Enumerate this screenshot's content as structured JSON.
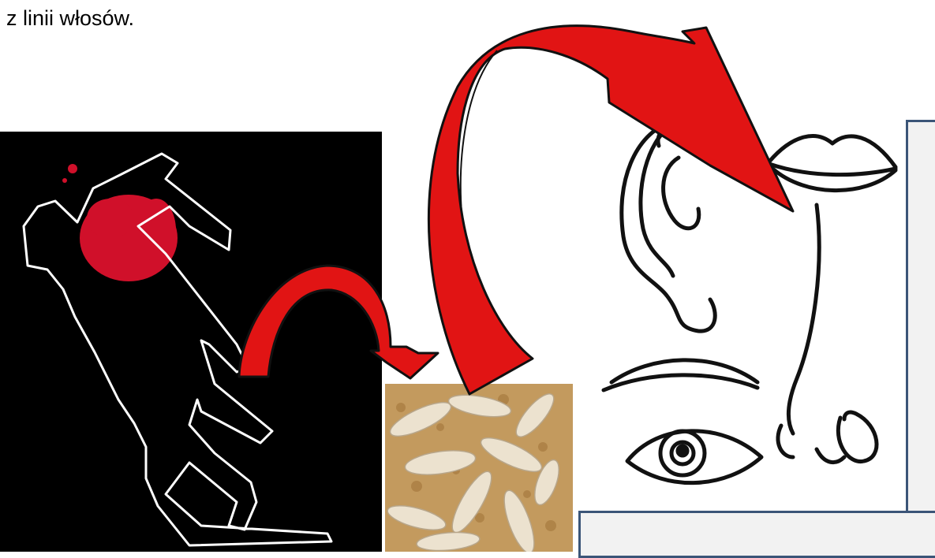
{
  "caption": "z linii włosów.",
  "images": {
    "crime_scene": "crime-scene-body-outline",
    "larvae": "fly-larvae-photo",
    "face": "face-features-drawing"
  },
  "colors": {
    "arrow_fill": "#e11414",
    "arrow_dark": "#b00000",
    "blood": "#d0102a",
    "box_border": "#3b5578",
    "box_fill": "#f2f2f2"
  }
}
